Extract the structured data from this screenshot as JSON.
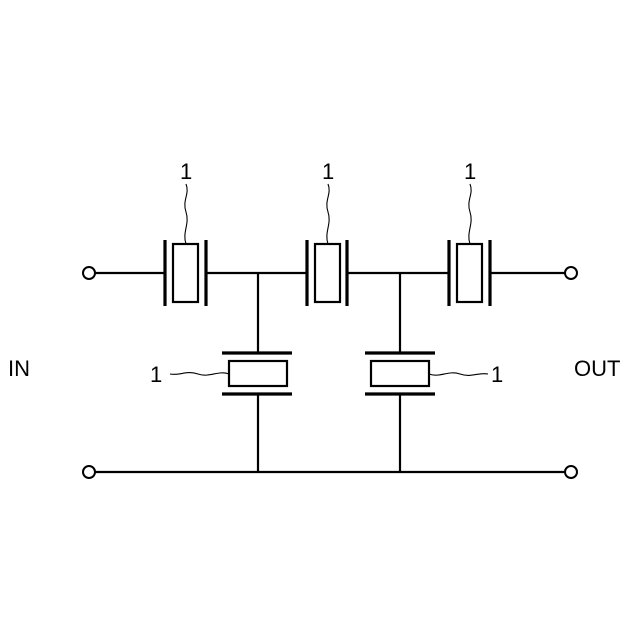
{
  "labels": {
    "input": "IN",
    "output": "OUT"
  },
  "resonators": {
    "series": [
      {
        "ref": "1"
      },
      {
        "ref": "1"
      },
      {
        "ref": "1"
      }
    ],
    "shunt": [
      {
        "ref": "1"
      },
      {
        "ref": "1"
      }
    ]
  },
  "colors": {
    "stroke": "#000000",
    "background": "#ffffff"
  }
}
